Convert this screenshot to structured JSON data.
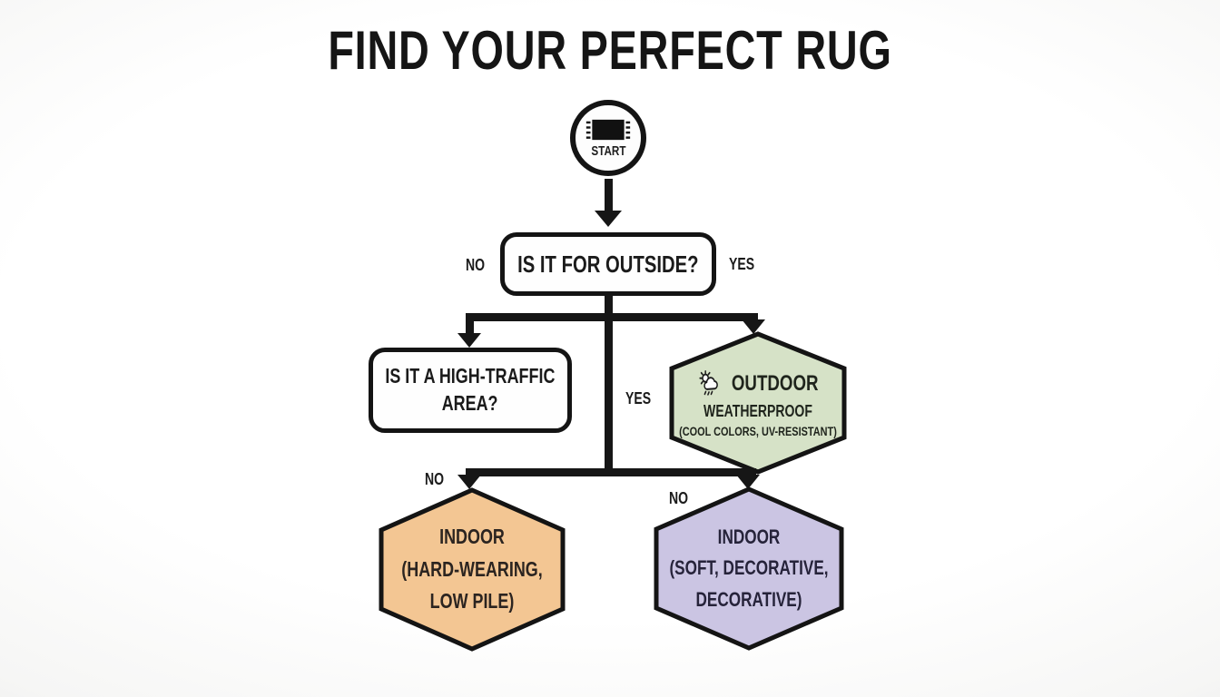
{
  "title": "FIND YOUR PERFECT RUG",
  "start": {
    "label": "START",
    "icon": "rug-icon"
  },
  "decision_outside": {
    "label": "IS IT FOR OUTSIDE?",
    "no_label": "NO",
    "yes_label": "YES"
  },
  "decision_traffic": {
    "line1": "IS IT A HIGH-TRAFFIC",
    "line2": "AREA?",
    "yes_label": "YES"
  },
  "outcomes": {
    "outdoor": {
      "icon": "sun-cloud-rain-icon",
      "line1": "OUTDOOR",
      "line2": "WEATHERPROOF",
      "line3": "(COOL COLORS, UV-RESISTANT)",
      "fill": "#d6e2c7"
    },
    "indoor_hard": {
      "no_label": "NO",
      "line1": "INDOOR",
      "line2": "(HARD-WEARING,",
      "line3": "LOW PILE)",
      "fill": "#f3c693"
    },
    "indoor_soft": {
      "no_label": "NO",
      "line1": "INDOOR",
      "line2": "(SOFT, DECORATIVE,",
      "line3": "DECORATIVE)",
      "fill": "#cbc5e3"
    }
  },
  "colors": {
    "line": "#161616",
    "background": "#fcfcfc"
  }
}
